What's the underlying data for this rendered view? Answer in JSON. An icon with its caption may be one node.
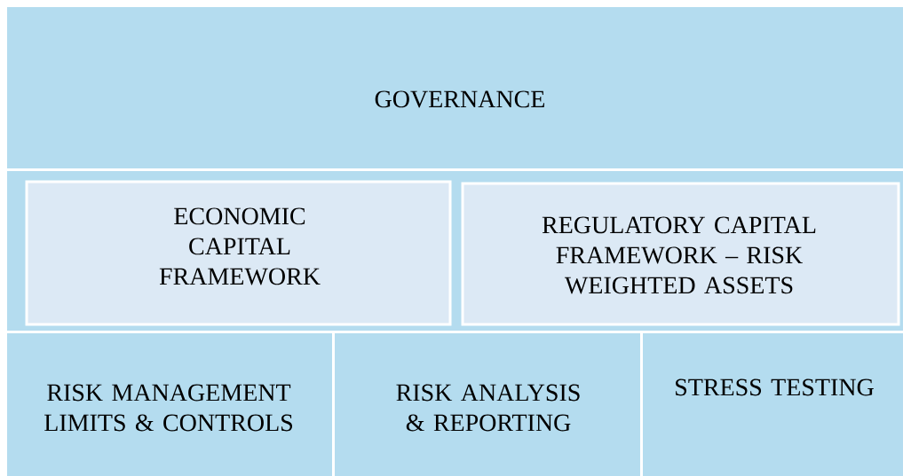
{
  "diagram": {
    "nodes": [
      {
        "text": [
          "GOVERNANCE"
        ]
      },
      {
        "text": [],
        "shape": "box"
      },
      {
        "text": [
          "ECONOMIC CAPITAL FRAMEWORK"
        ],
        "in": 1
      },
      {
        "text": [
          "REGULATORY CAPITAL FRAMEWORK – RISK WEIGHTED ASSETS"
        ],
        "in": 1
      },
      {
        "text": [
          "RISK MANAGEMENT LIMITS & CONTROLS"
        ]
      },
      {
        "text": [
          "RISK ANALYSIS & REPORTING"
        ]
      },
      {
        "text": [
          "STRESS TESTING"
        ]
      }
    ]
  }
}
